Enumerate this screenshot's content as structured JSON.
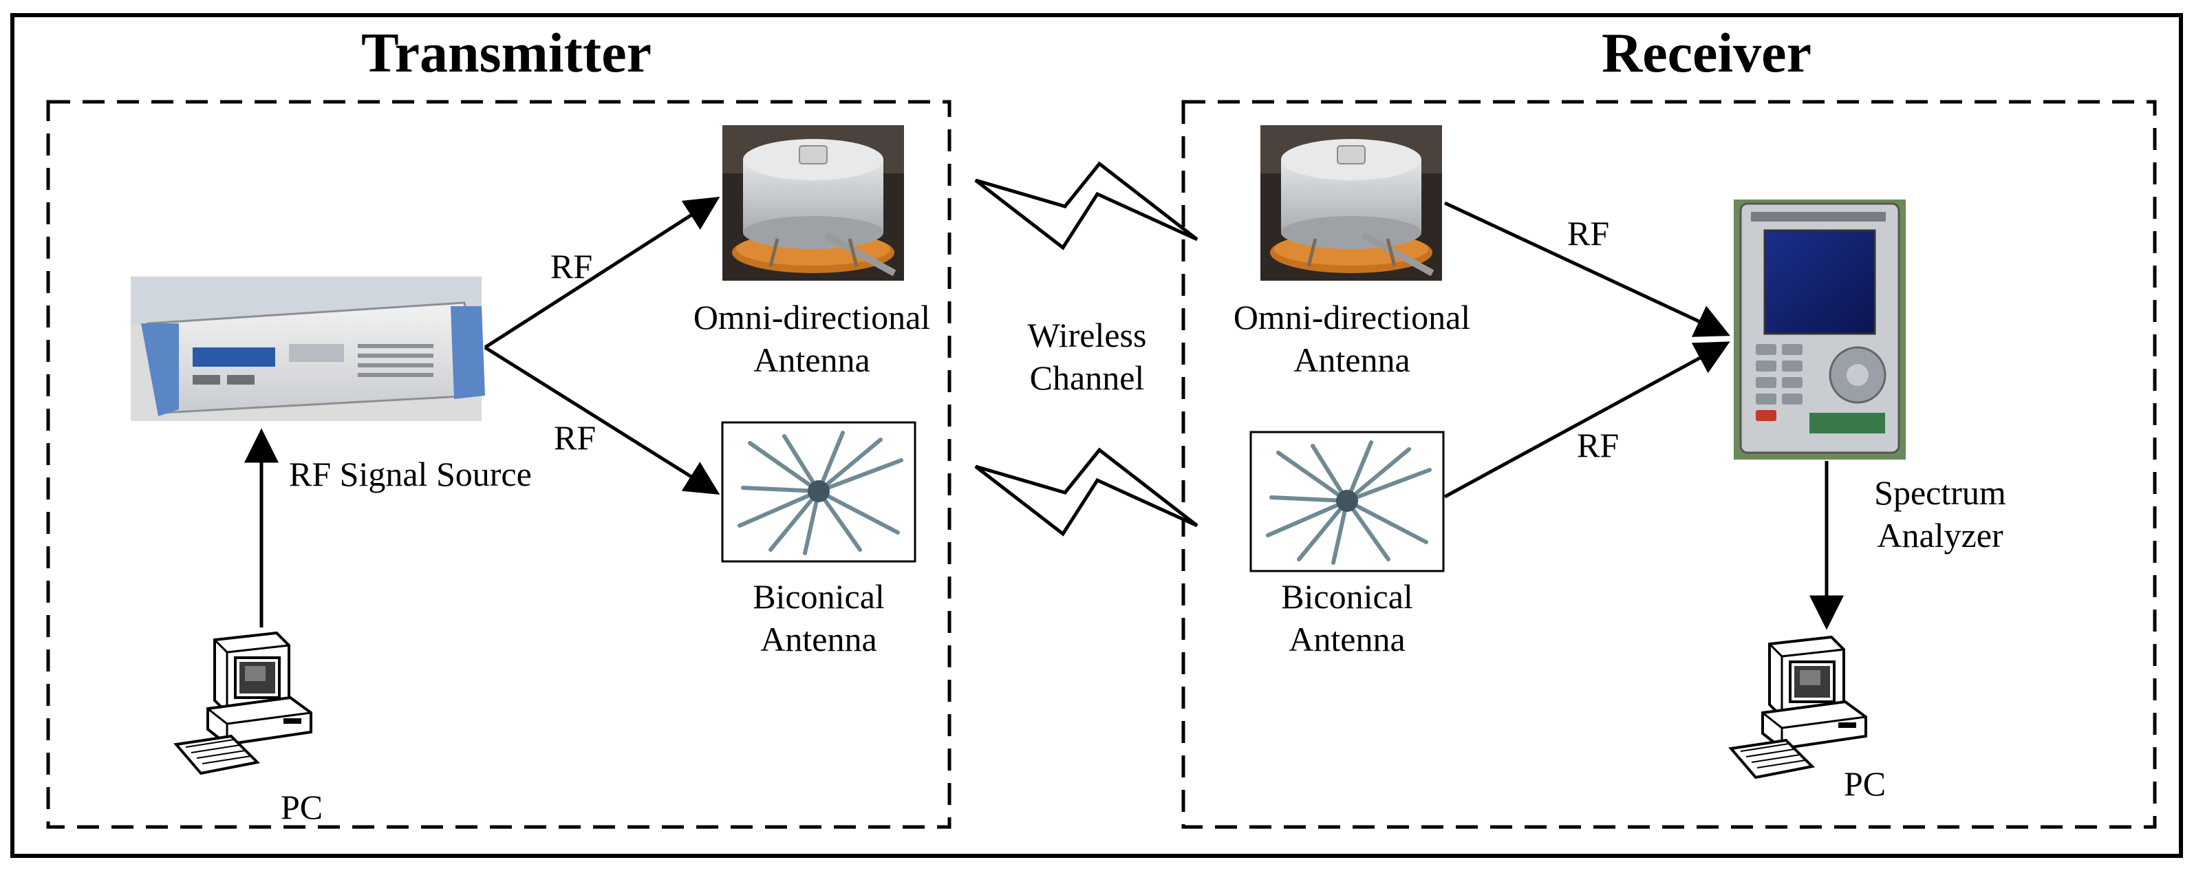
{
  "sections": {
    "transmitter": "Transmitter",
    "receiver": "Receiver"
  },
  "labels": {
    "rf_signal_source": "RF Signal Source",
    "pc_tx": "PC",
    "pc_rx": "PC",
    "omni_tx_line1": "Omni-directional",
    "omni_tx_line2": "Antenna",
    "bicon_tx_line1": "Biconical",
    "bicon_tx_line2": "Antenna",
    "omni_rx_line1": "Omni-directional",
    "omni_rx_line2": "Antenna",
    "bicon_rx_line1": "Biconical",
    "bicon_rx_line2": "Antenna",
    "wireless_line1": "Wireless",
    "wireless_line2": "Channel",
    "spectrum_line1": "Spectrum",
    "spectrum_line2": "Analyzer",
    "rf_tx_upper": "RF",
    "rf_tx_lower": "RF",
    "rf_rx_upper": "RF",
    "rf_rx_lower": "RF"
  },
  "icons": {
    "signal_source": "rf-signal-generator",
    "omni_antenna": "omni-directional-antenna-photo",
    "biconical_antenna": "biconical-antenna-photo",
    "spectrum_analyzer": "handheld-spectrum-analyzer",
    "pc": "desktop-computer",
    "wireless": "lightning-zigzag"
  }
}
